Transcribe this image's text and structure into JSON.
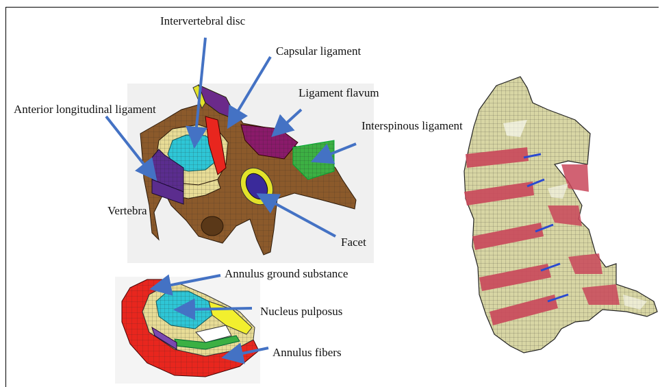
{
  "labels": {
    "intervertebral_disc": "Intervertebral disc",
    "capsular_ligament": "Capsular ligament",
    "ligament_flavum": "Ligament flavum",
    "anterior_longitudinal_ligament": "Anterior longitudinal ligament",
    "interspinous_ligament": "Interspinous ligament",
    "vertebra": "Vertebra",
    "facet": "Facet",
    "annulus_ground_substance": "Annulus ground substance",
    "nucleus_pulposus": "Nucleus pulposus",
    "annulus_fibers": "Annulus fibers"
  },
  "colors": {
    "arrow": "#4472c4",
    "vertebra": "#8b5a2b",
    "nucleus": "#2ec6d6",
    "annulus_ground": "#e8dc96",
    "annulus_fibers": "#e8261e",
    "ligament_flavum": "#8a1a6a",
    "interspinous": "#3cb043",
    "anterior_longitudinal": "#5b2d8e",
    "capsular": "#e2e22a",
    "spine_mesh": "#d8d6a4",
    "spine_disc": "#c9475a"
  }
}
